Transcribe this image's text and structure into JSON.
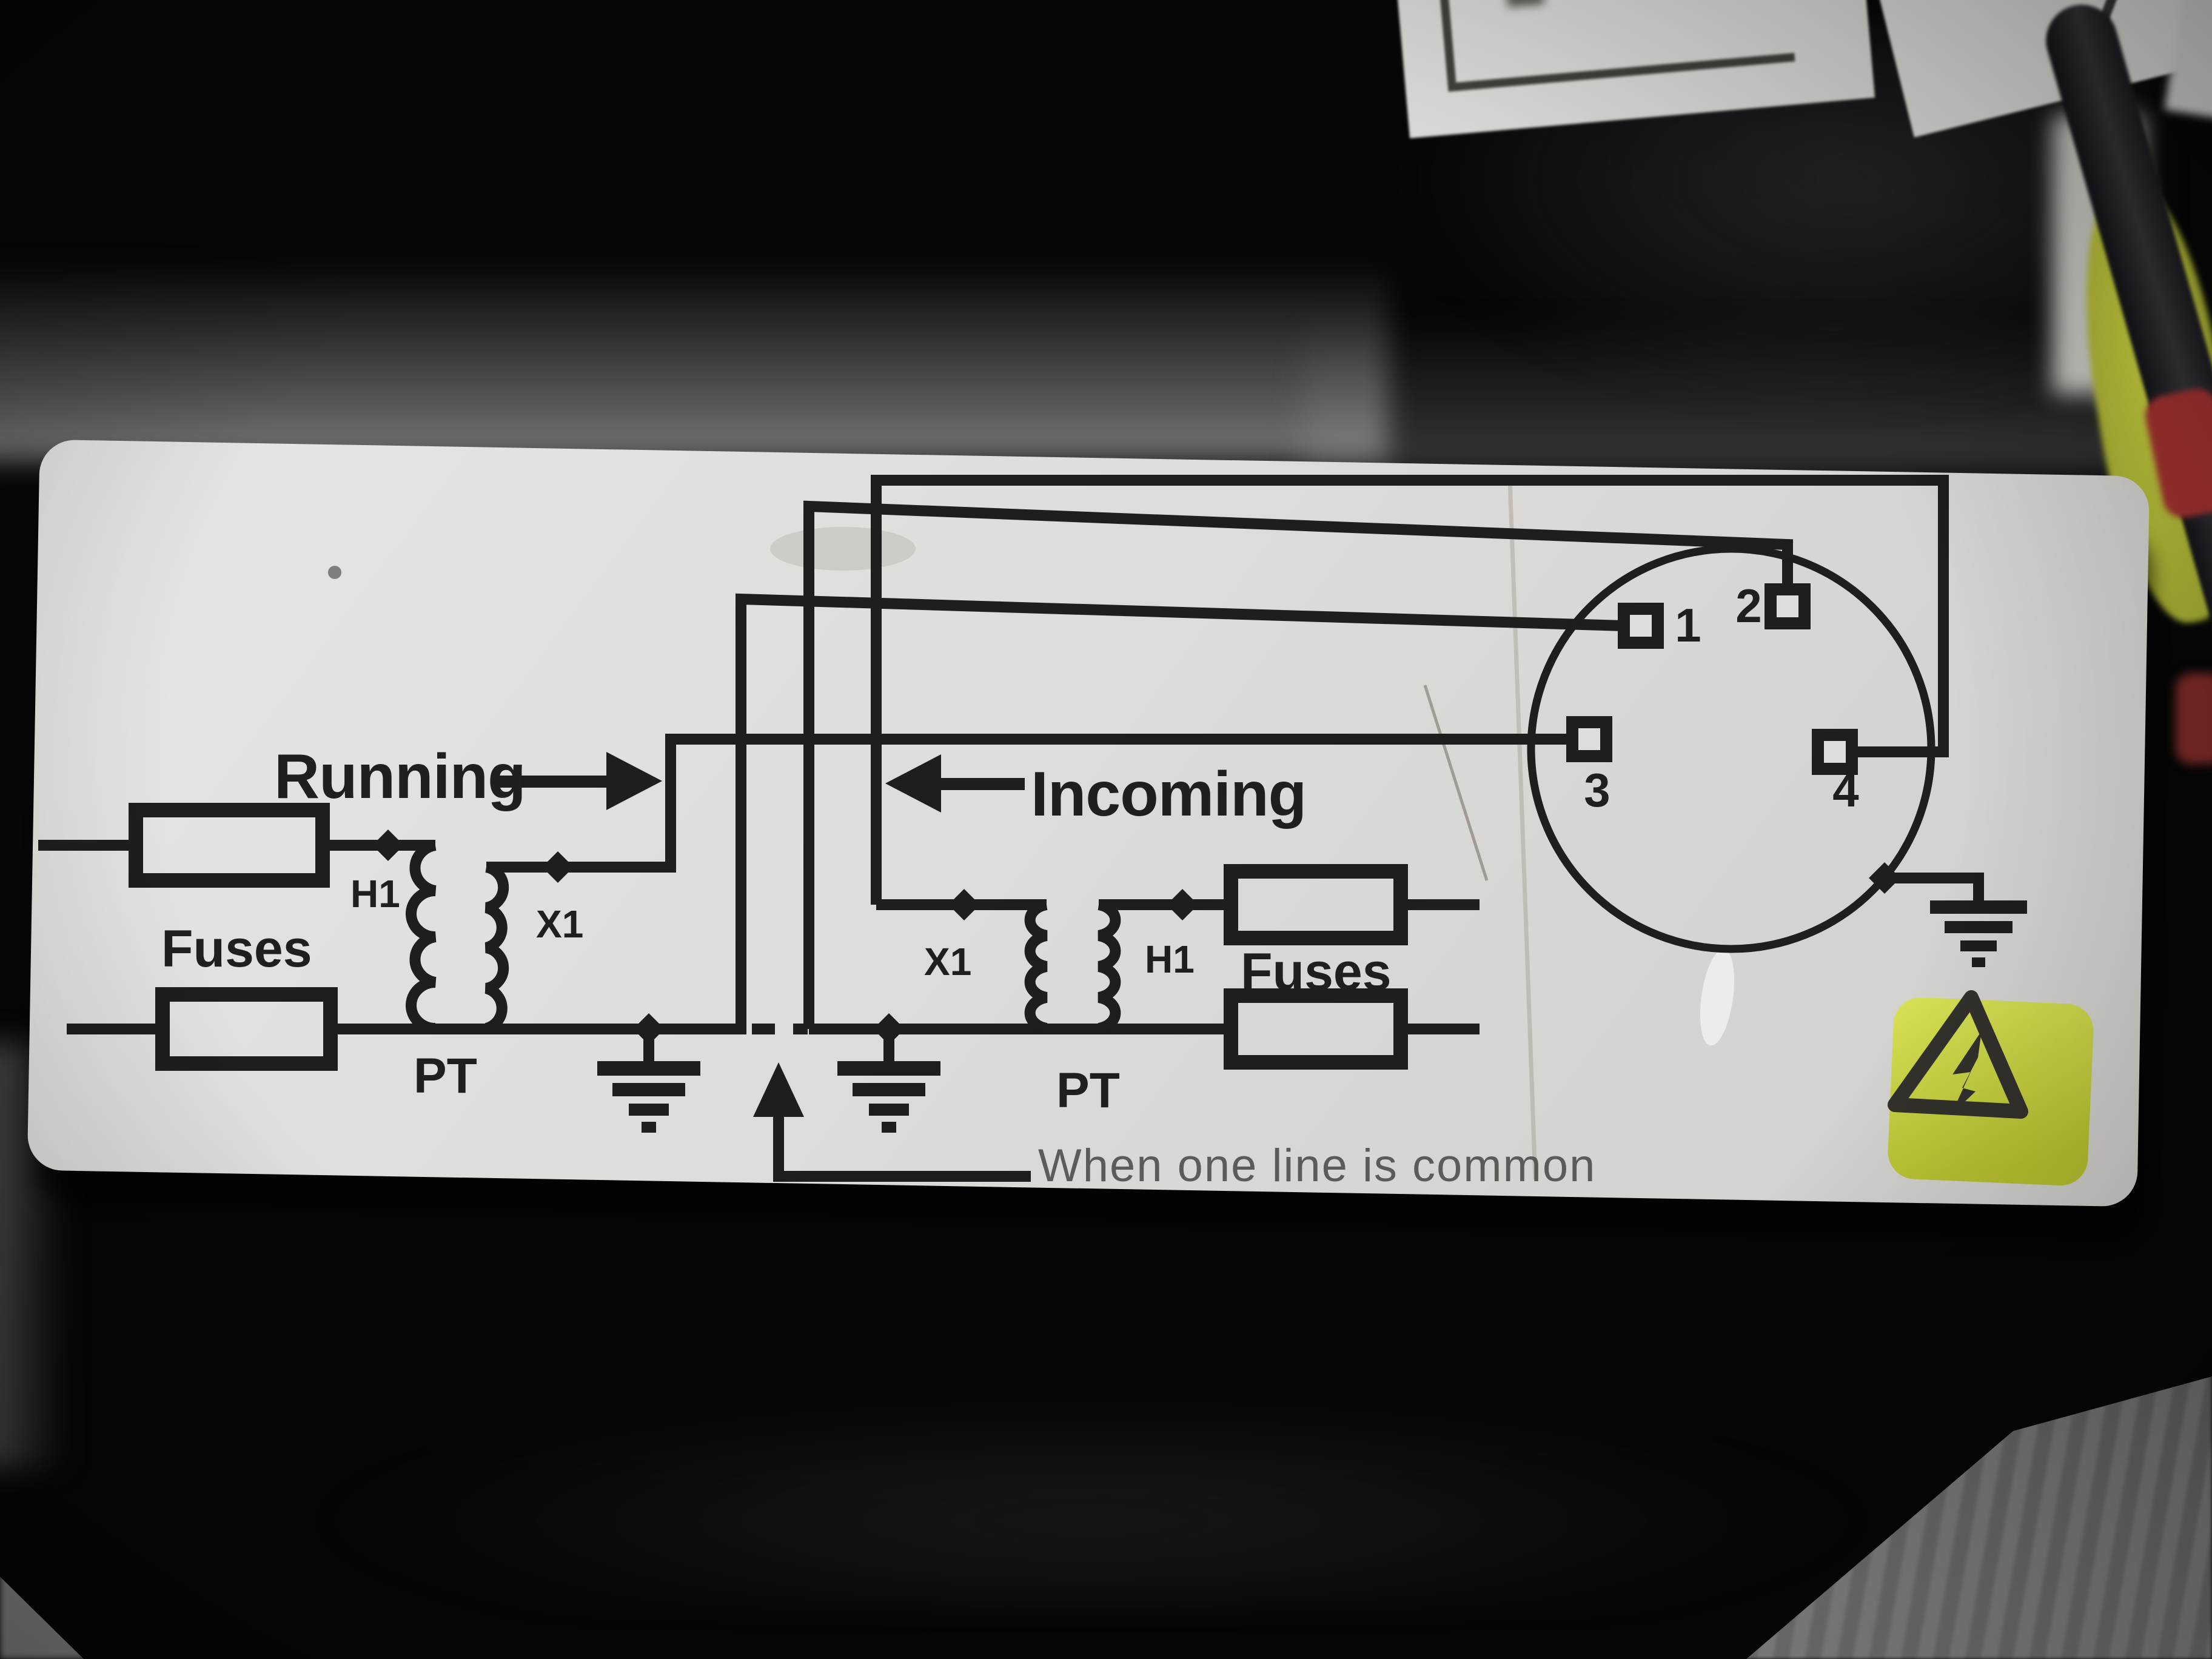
{
  "scene": {
    "description": "photo of black cylindrical instrument with wiring diagram label",
    "colors": {
      "ink": "#1f1e1c",
      "label_background": "#dfdeda",
      "device_body": "#060606",
      "warning_sticker": "#c9d441",
      "wire_nut": "#b7bf3b",
      "red_connector": "#a23230",
      "floor": "#8c8c8a"
    }
  },
  "diagram": {
    "running_label": "Running",
    "incoming_label": "Incoming",
    "left_fuses_label": "Fuses",
    "right_fuses_label": "Fuses",
    "left_pt_label": "PT",
    "right_pt_label": "PT",
    "left_h1": "H1",
    "left_x1": "X1",
    "right_x1": "X1",
    "right_h1": "H1",
    "terminals": [
      "1",
      "2",
      "3",
      "4"
    ],
    "note": "When one line is common"
  },
  "icons": {
    "ground": "earth-ground-icon",
    "running_arrow": "arrow-right-icon",
    "incoming_arrow": "arrow-left-icon",
    "note_arrow": "arrow-up-icon",
    "warning": "high-voltage-warning-icon"
  }
}
